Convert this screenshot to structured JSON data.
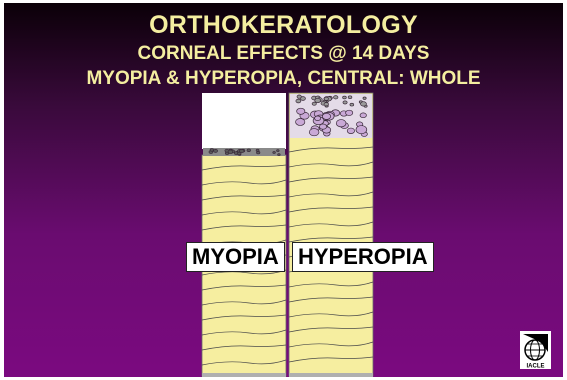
{
  "slide": {
    "title": "ORTHOKERATOLOGY",
    "subtitle_line1": "CORNEAL EFFECTS @ 14 DAYS",
    "subtitle_line2": "MYOPIA & HYPEROPIA, CENTRAL: WHOLE"
  },
  "diagram": {
    "columns": [
      {
        "label": "MYOPIA",
        "epithelium": "thin"
      },
      {
        "label": "HYPEROPIA",
        "epithelium": "thick"
      }
    ],
    "colors": {
      "stroma": "#f6eea0",
      "stroma_line": "#4a4a4a",
      "epithelium_cell": "#c9a9d6",
      "background_top": "#0b0008",
      "background_bottom": "#7b0a80",
      "title_text": "#f4eea0"
    }
  },
  "logo": {
    "icon": "iaclo-globe-logo-icon",
    "text": "IACLE"
  }
}
